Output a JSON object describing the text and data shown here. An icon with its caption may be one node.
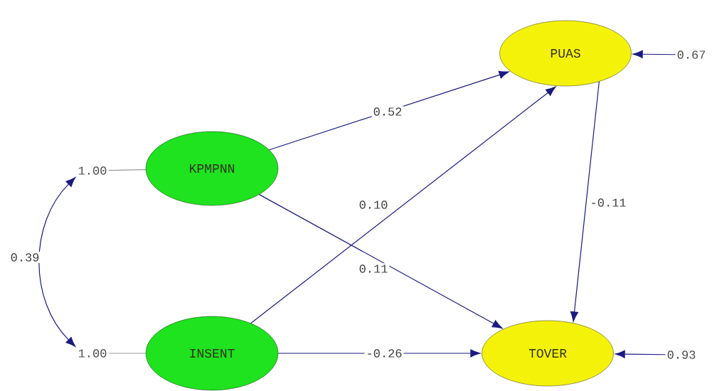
{
  "diagram": {
    "nodes": [
      {
        "text": [
          "KPMPNN"
        ]
      },
      {
        "text": [
          "INSENT"
        ]
      },
      {
        "text": [
          "PUAS"
        ]
      },
      {
        "text": [
          "TOVER"
        ]
      },
      {
        "text": [
          "1.00"
        ]
      },
      {
        "text": [
          "1.00"
        ]
      },
      {
        "text": [
          "0.67"
        ]
      },
      {
        "text": [
          "0.93"
        ]
      }
    ],
    "edges": [
      {
        "from": 4,
        "to": 0,
        "arrow": "none",
        "color": "#999999"
      },
      {
        "from": 5,
        "to": 1,
        "arrow": "none",
        "color": "#999999"
      },
      {
        "from": 4,
        "to": 5,
        "arrow": "both",
        "label": "0.39"
      },
      {
        "from": 0,
        "to": 2,
        "arrow": "to",
        "label": "0.52"
      },
      {
        "from": 1,
        "to": 2,
        "arrow": "to",
        "label": "0.10"
      },
      {
        "from": 0,
        "to": 3,
        "arrow": "to",
        "label": "0.11"
      },
      {
        "from": 2,
        "to": 3,
        "arrow": "to",
        "label": "-0.11"
      },
      {
        "from": 1,
        "to": 3,
        "arrow": "to",
        "label": "-0.26"
      },
      {
        "from": 6,
        "to": 2,
        "arrow": "to"
      },
      {
        "from": 7,
        "to": 3,
        "arrow": "to"
      }
    ]
  }
}
